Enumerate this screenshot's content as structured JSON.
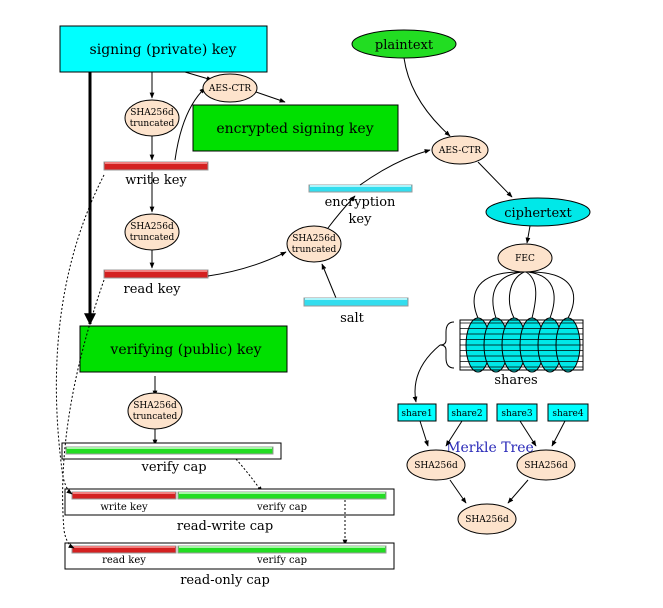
{
  "boxes": {
    "signing_key": "signing (private) key",
    "encrypted_signing_key": "encrypted signing key",
    "verifying_key": "verifying (public) key"
  },
  "ellipses": {
    "aes_ctr_1": "AES-CTR",
    "aes_ctr_2": "AES-CTR",
    "plaintext": "plaintext",
    "ciphertext": "ciphertext",
    "fec": "FEC",
    "sha_line1": "SHA256d",
    "sha_line2": "truncated",
    "merkle_hash": "SHA256d"
  },
  "bars": {
    "write_key": "write key",
    "read_key": "read key",
    "encryption_key_line1": "encryption",
    "encryption_key_line2": "key",
    "salt": "salt"
  },
  "caps": {
    "verify_cap": "verify cap",
    "read_write_cap": "read-write cap",
    "read_only_cap": "read-only cap",
    "write_key_segment": "write key",
    "read_key_segment": "read key",
    "verify_cap_segment": "verify cap"
  },
  "shares": {
    "label": "shares",
    "items": [
      "share1",
      "share2",
      "share3",
      "share4"
    ]
  },
  "merkle_tree": {
    "label": "Merkle Tree"
  },
  "colors": {
    "cyan_box": "#00ffff",
    "green_box": "#00e000",
    "ellipse_fill": "#fde3cc",
    "green_ellipse": "#22dd22",
    "cyan_ellipse": "#00e8e8",
    "red_bar": "#d42020",
    "green_bar": "#22dd22",
    "cyan_bar": "#33ddee"
  }
}
